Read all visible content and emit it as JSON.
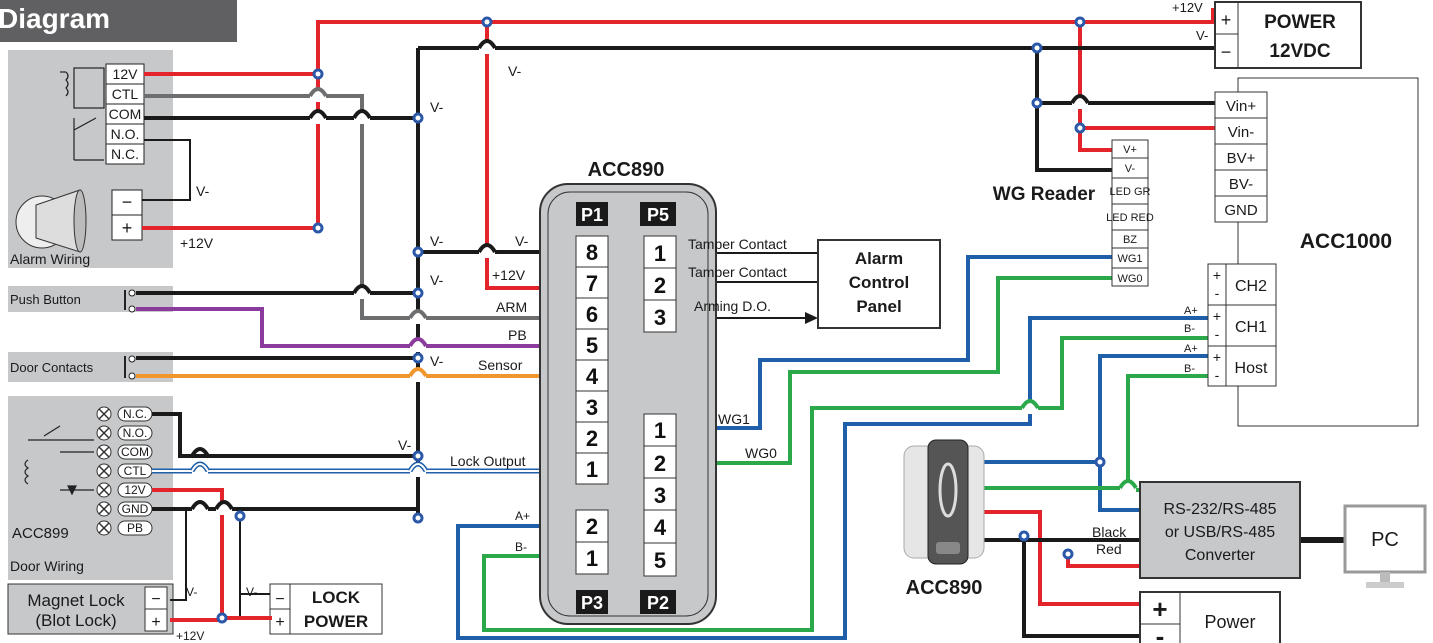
{
  "title": "Diagram",
  "power_supply": {
    "plus_label": "+12V",
    "minus_label": "V-",
    "name_line1": "POWER",
    "name_line2": "12VDC"
  },
  "alarm": {
    "terminals": [
      "12V",
      "CTL",
      "COM",
      "N.O.",
      "N.C."
    ],
    "caption": "Alarm  Wiring",
    "v_minus": "V-",
    "plus12": "+12V"
  },
  "push_button": {
    "label": "Push Button"
  },
  "door_contacts": {
    "label": "Door Contacts"
  },
  "acc899": {
    "terminals": [
      "N.C.",
      "N.O.",
      "COM",
      "CTL",
      "12V",
      "GND",
      "PB"
    ],
    "name": "ACC899",
    "caption": "Door Wiring"
  },
  "magnet_lock": {
    "line1": "Magnet Lock",
    "line2": "(Blot Lock)",
    "v_minus": "V-",
    "plus12": "+12V"
  },
  "lock_power": {
    "line1": "LOCK",
    "line2": "POWER",
    "v_minus": "V-"
  },
  "acc890_controller": {
    "name": "ACC890",
    "headers": [
      "P1",
      "P5",
      "P3",
      "P2"
    ],
    "p1_pins": [
      "8",
      "7",
      "6",
      "5",
      "4",
      "3",
      "2",
      "1"
    ],
    "p5_pins": [
      "1",
      "2",
      "3"
    ],
    "p3_pins": [
      "2",
      "1"
    ],
    "p2_pins": [
      "1",
      "2",
      "3",
      "4",
      "5"
    ]
  },
  "wire_labels": {
    "v_minus_top": "V-",
    "v_minus_1": "V-",
    "v_minus_2": "V-",
    "v_minus_3": "V-",
    "v_minus_4": "V-",
    "v_minus_5": "V-",
    "pin8": "V-",
    "pin7": "+12V",
    "pin6": "ARM",
    "pin5": "PB",
    "pin4": "Sensor",
    "pin1": "Lock Output",
    "a_plus": "A+",
    "b_minus": "B-",
    "wg1": "WG1",
    "wg0": "WG0",
    "tamper1": "Tamper Contact",
    "tamper2": "Tamper Contact",
    "arming": "Arming D.O."
  },
  "alarm_panel": {
    "line1": "Alarm",
    "line2": "Control",
    "line3": "Panel"
  },
  "wg_reader": {
    "name": "WG Reader",
    "terminals": [
      "V+",
      "V-",
      "LED GR",
      "LED RED",
      "BZ",
      "WG1",
      "WG0"
    ]
  },
  "acc1000": {
    "name": "ACC1000",
    "power_terminals": [
      "Vin+",
      "Vin-",
      "BV+",
      "BV-",
      "GND"
    ],
    "ports": [
      "CH2",
      "CH1",
      "Host"
    ],
    "a_plus": "A+",
    "b_minus": "B-"
  },
  "converter": {
    "line1": "RS-232/RS-485",
    "line2": "or USB/RS-485",
    "line3": "Converter",
    "black": "Black",
    "red": "Red"
  },
  "pc": {
    "label": "PC"
  },
  "reader_device": {
    "name": "ACC890"
  },
  "power_bottom": {
    "label": "Power",
    "plus": "+",
    "minus": "-"
  },
  "colors": {
    "red": "#e3242b",
    "black": "#1a1a1a",
    "grey": "#6d6e70",
    "purple": "#8a3b9c",
    "orange": "#f0962c",
    "blue": "#1f5ea8",
    "green": "#2aa84a",
    "junction": "#2b58a8",
    "panel": "#c7c8ca"
  }
}
